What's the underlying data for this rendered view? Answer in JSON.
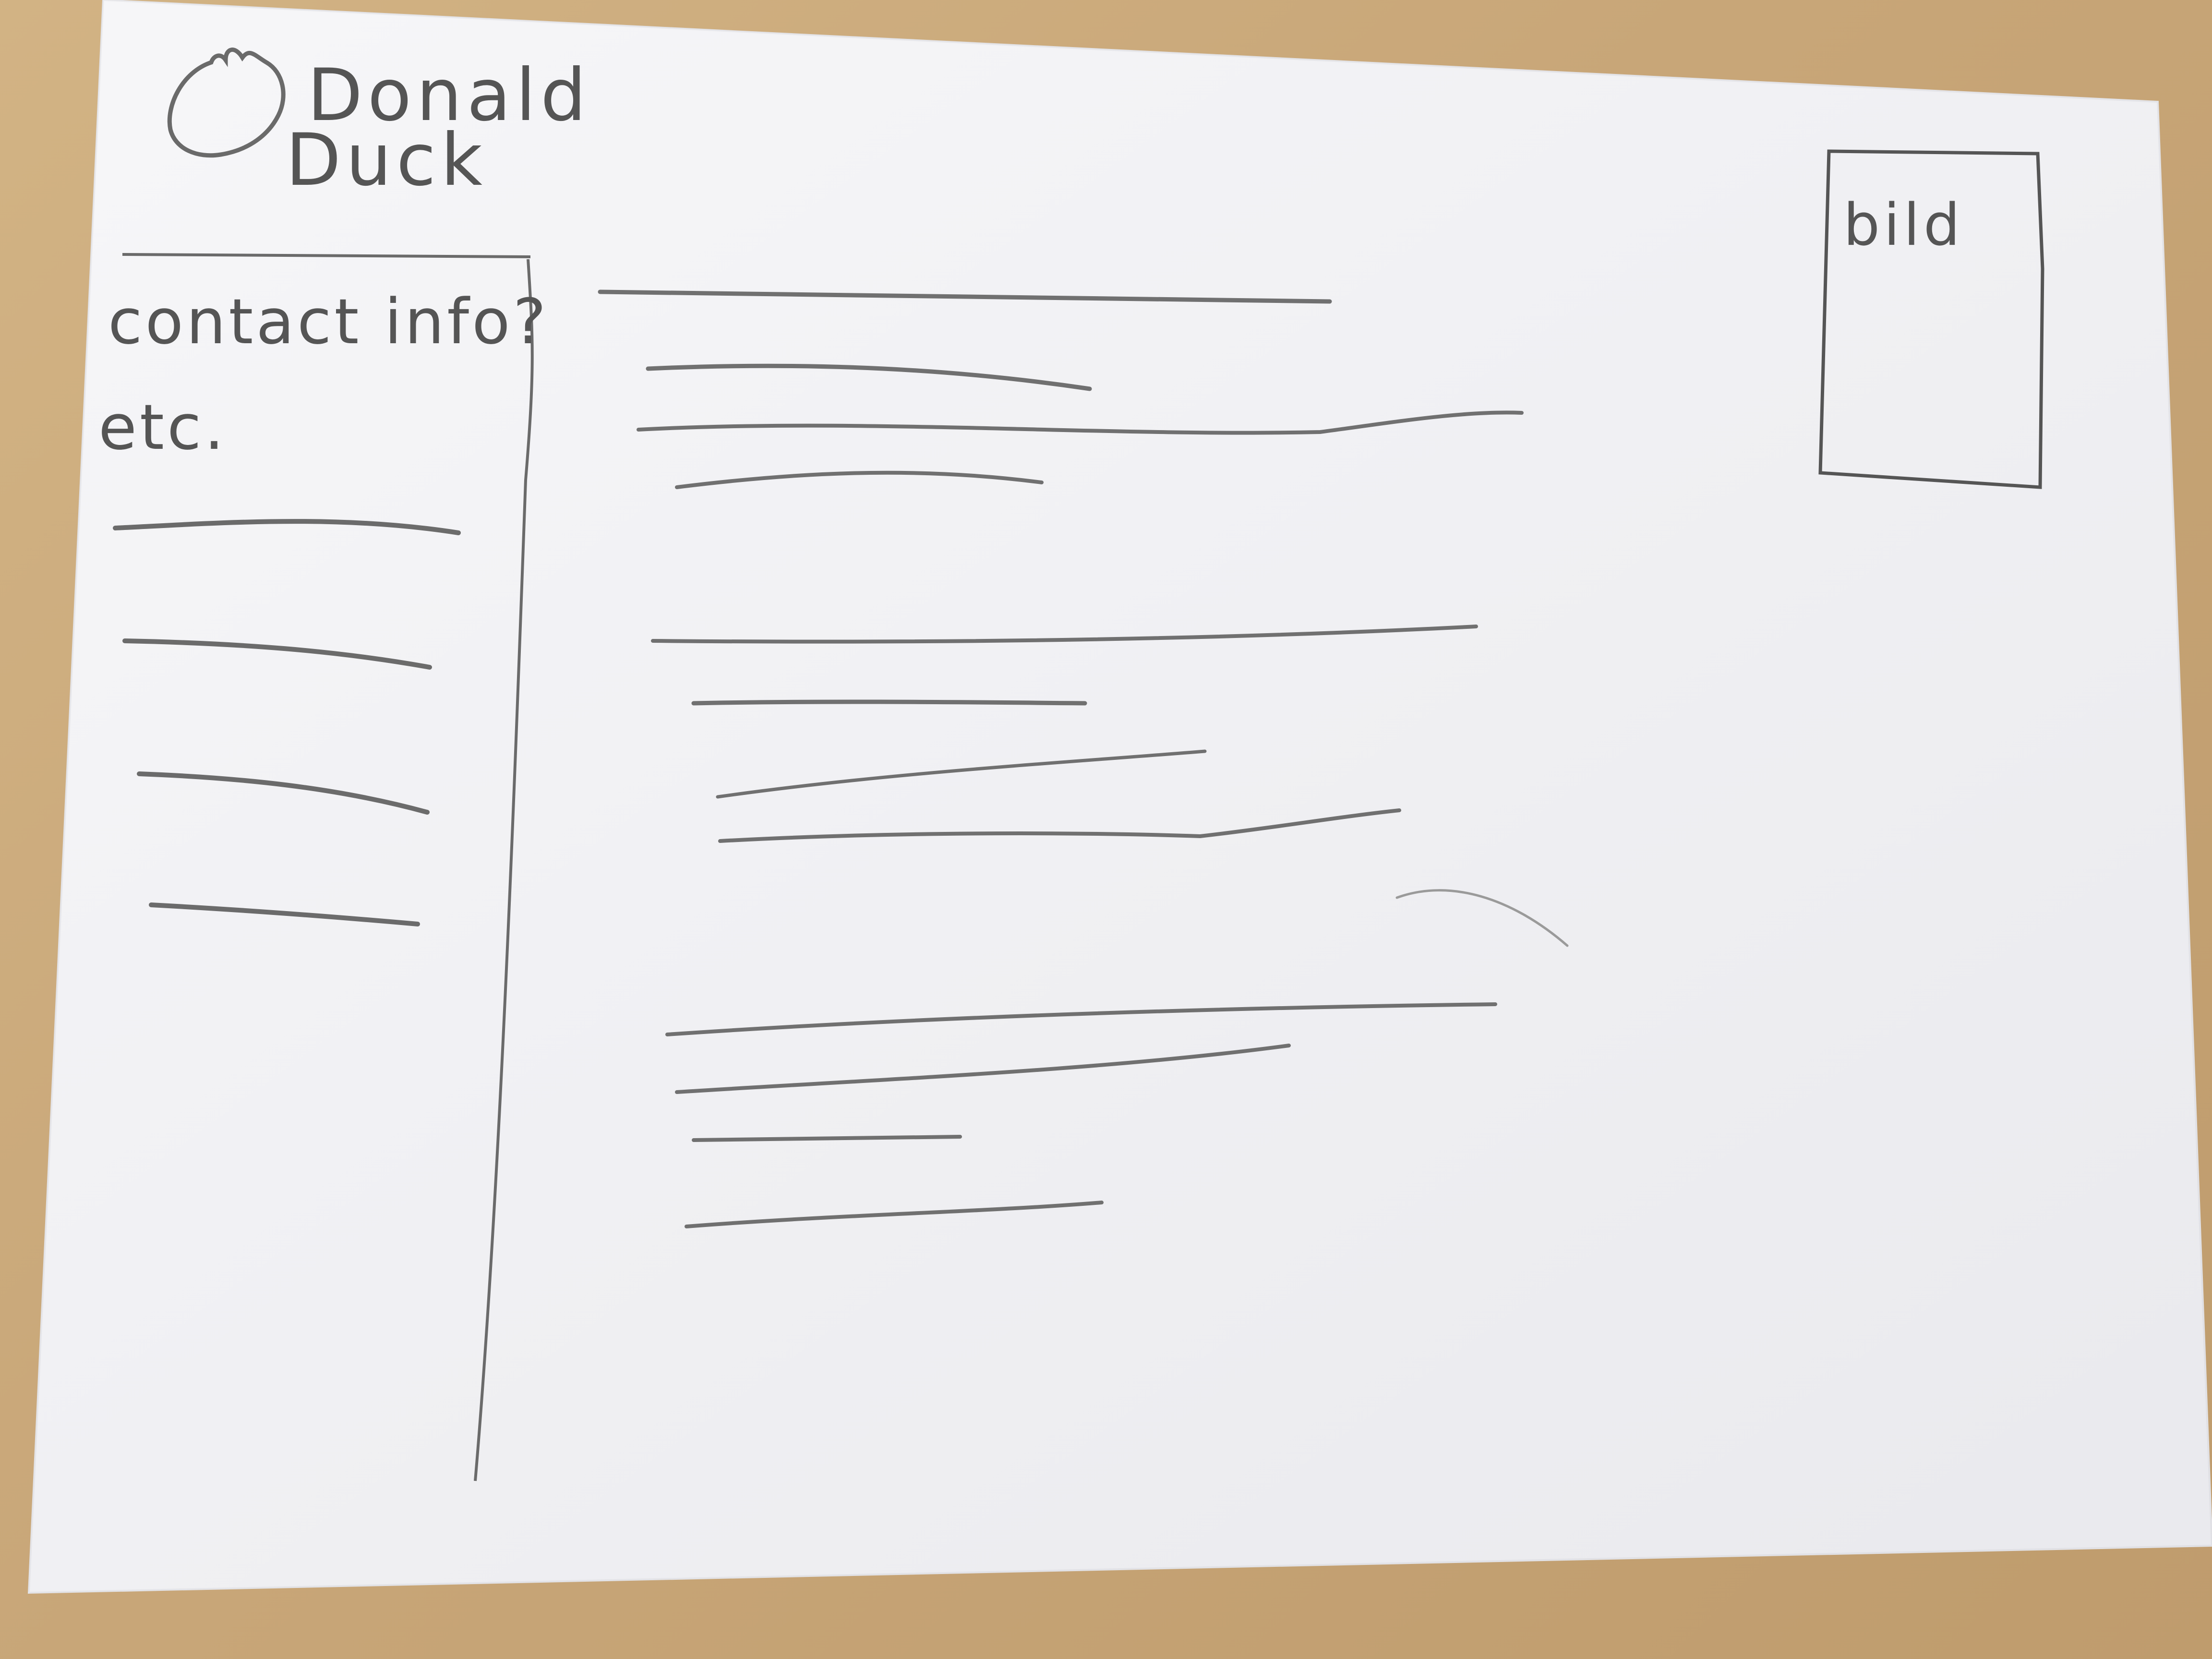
{
  "header": {
    "name_line1": "Donald",
    "name_line2": "Duck",
    "logo_icon": "duck-sketch-icon"
  },
  "sidebar": {
    "heading": "contact info?",
    "subheading": "etc.",
    "link_count": 4
  },
  "image_placeholder": {
    "label": "bild"
  },
  "main": {
    "paragraph_count": 3
  },
  "colors": {
    "paper": "#f3f3f6",
    "pencil": "#5a5a5a",
    "table": "#c9a97a"
  }
}
